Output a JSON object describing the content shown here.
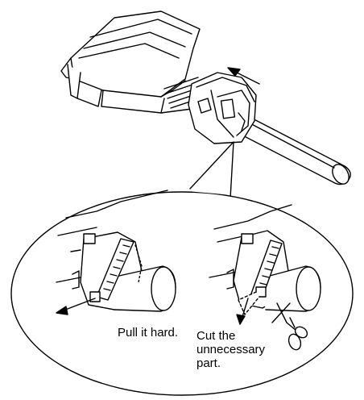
{
  "figure": {
    "labels": {
      "pull": "Pull it hard.",
      "cut": "Cut the\nunnecessary\npart."
    },
    "icons": {
      "arrow": "slide-direction-arrow",
      "pull_arrow": "pull-arrow",
      "cut_arrow": "cut-arrow",
      "scissors": "scissors-icon"
    },
    "colors": {
      "line": "#000000",
      "background": "#ffffff"
    }
  }
}
